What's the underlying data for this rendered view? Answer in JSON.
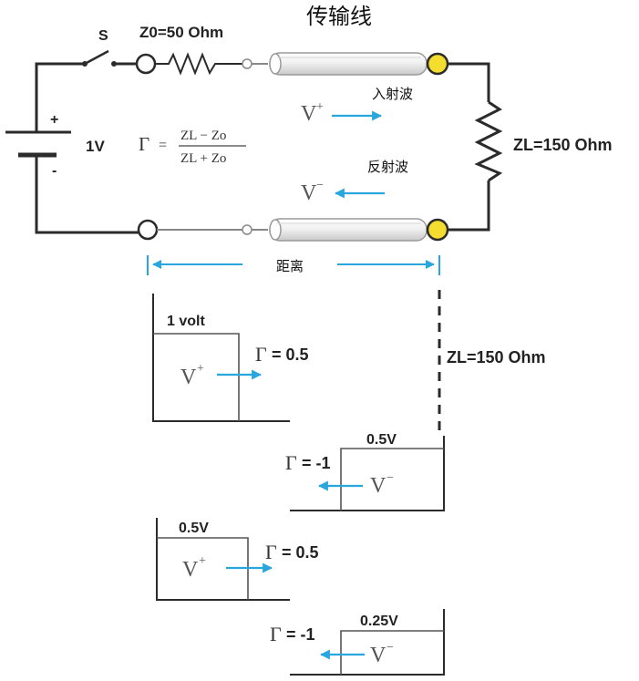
{
  "title": "传输线",
  "circuit": {
    "switch_label": "S",
    "z0_label": "Z0=50 Ohm",
    "battery_plus": "+",
    "battery_minus": "-",
    "battery_voltage": "1V",
    "load_label": "ZL=150 Ohm",
    "incident_label": "入射波",
    "reflected_label": "反射波",
    "incident_symbol": "V",
    "incident_sup": "+",
    "reflected_symbol": "V",
    "reflected_sup": "−",
    "gamma_symbol": "Γ",
    "gamma_equals": "=",
    "formula_numerator": "ZL − Zo",
    "formula_denominator": "ZL + Zo",
    "distance_label": "距离"
  },
  "waves": {
    "load_label": "ZL=150 Ohm",
    "step1": {
      "amplitude": "1 volt",
      "symbol": "V",
      "sup": "+",
      "gamma": "Γ",
      "gamma_value": "= 0.5"
    },
    "step2": {
      "amplitude": "0.5V",
      "symbol": "V",
      "sup": "−",
      "gamma": "Γ",
      "gamma_value": "= -1"
    },
    "step3": {
      "amplitude": "0.5V",
      "symbol": "V",
      "sup": "+",
      "gamma": "Γ",
      "gamma_value": "= 0.5"
    },
    "step4": {
      "amplitude": "0.25V",
      "symbol": "V",
      "sup": "−",
      "gamma": "Γ",
      "gamma_value": "= -1"
    }
  },
  "colors": {
    "wire": "#2b2b2b",
    "arrow": "#29a6de",
    "terminal_fill": "#f4dd2f",
    "cable_line": "#9a9a9a"
  }
}
